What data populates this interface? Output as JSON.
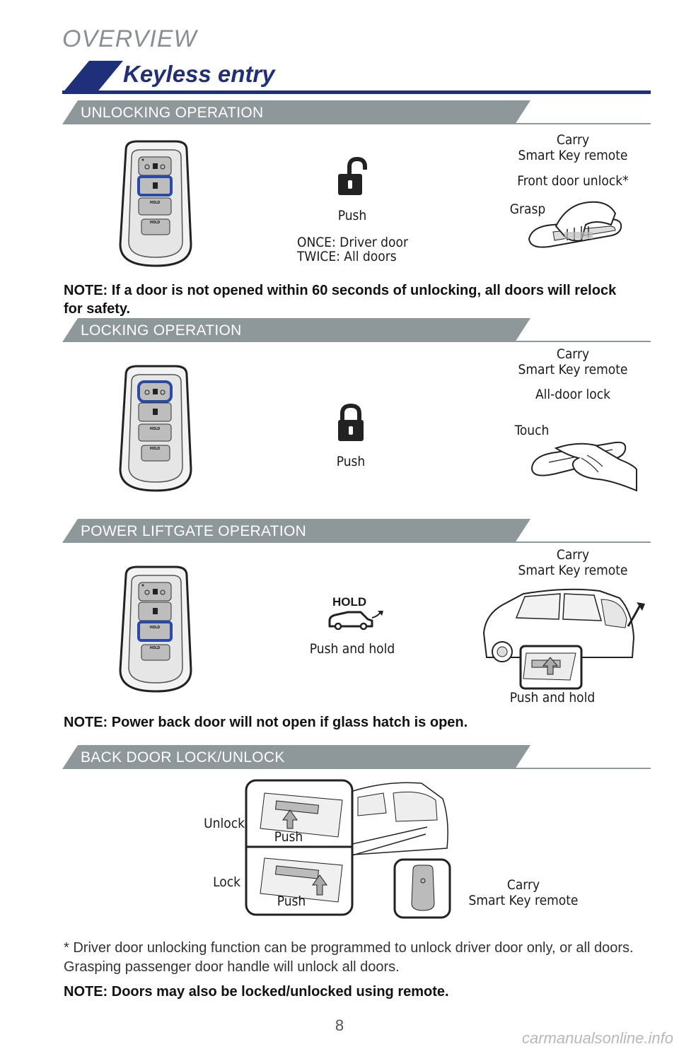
{
  "header": {
    "overview": "OVERVIEW",
    "title": "Keyless entry"
  },
  "sections": {
    "unlocking": {
      "heading": "UNLOCKING OPERATION",
      "push": "Push",
      "once": "ONCE: Driver door",
      "twice": "TWICE: All doors",
      "carry": "Carry",
      "smart_key": "Smart Key remote",
      "front_unlock": "Front door unlock*",
      "grasp": "Grasp"
    },
    "unlock_note": "NOTE: If a door is not opened within 60 seconds of unlocking, all doors will relock for safety.",
    "locking": {
      "heading": "LOCKING OPERATION",
      "push": "Push",
      "carry": "Carry",
      "smart_key": "Smart Key remote",
      "all_lock": "All-door lock",
      "touch": "Touch"
    },
    "liftgate": {
      "heading": "POWER LIFTGATE OPERATION",
      "hold_label": "HOLD",
      "push_hold": "Push and hold",
      "carry": "Carry",
      "smart_key": "Smart Key remote",
      "push_hold_car": "Push and hold"
    },
    "liftgate_note": "NOTE: Power back door will not open if glass hatch is open.",
    "backdoor": {
      "heading": "BACK DOOR LOCK/UNLOCK",
      "unlock": "Unlock",
      "lock": "Lock",
      "push_top": "Push",
      "push_bottom": "Push",
      "carry": "Carry",
      "smart_key": "Smart Key remote"
    }
  },
  "footnote": "* Driver door unlocking function can be programmed to unlock driver door only, or all doors. Grasping passenger door handle will unlock all doors.",
  "final_note": "NOTE: Doors may also be locked/unlocked using remote.",
  "page_number": "8",
  "watermark": "carmanualsonline.info",
  "colors": {
    "brand_blue": "#1f2f7a",
    "section_gray": "#8e979a",
    "highlight": "#2b4aa6"
  }
}
